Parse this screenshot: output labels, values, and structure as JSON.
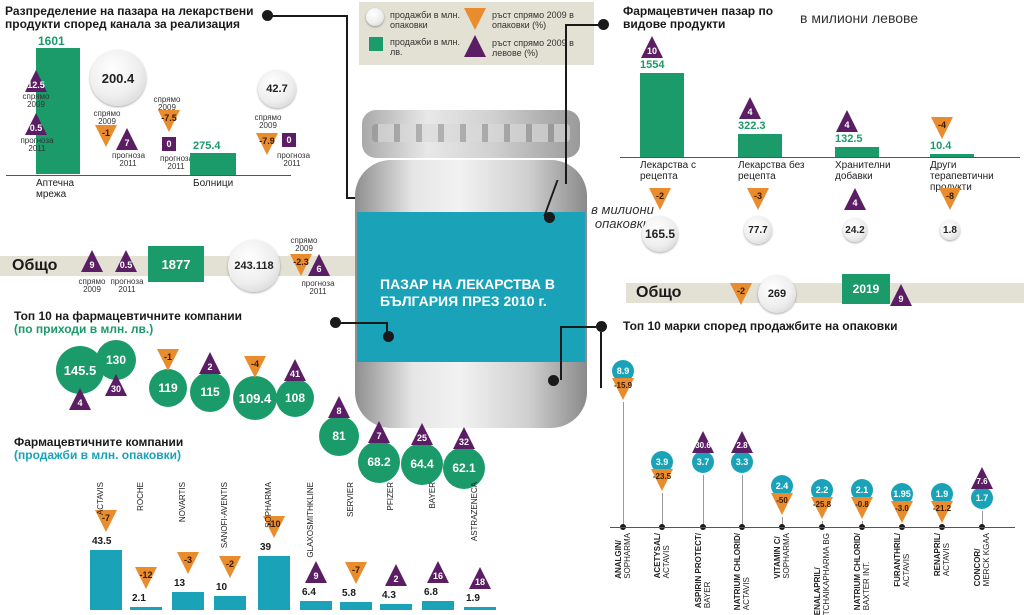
{
  "colors": {
    "green": "#1b9a6a",
    "teal": "#1aa3b8",
    "purple": "#5b1d63",
    "orange": "#e98c2e",
    "band": "#e3e0d4",
    "jar_label": "#1aa3b8"
  },
  "legend": {
    "white_circle": "продажби в млн. опаковки",
    "green_square": "продажби в млн. лв.",
    "orange_tri": "ръст спрямо 2009 в опаковки (%)",
    "purple_tri": "ръст спрямо 2009 в левове (%)"
  },
  "jar": {
    "title": "ПАЗАР НА ЛЕКАРСТВА В БЪЛГАРИЯ ПРЕЗ 2010 г."
  },
  "channels": {
    "title": "Разпределение на пазара на лекарствени продукти според канала за реализация",
    "pharmacy": {
      "label": "Аптечна мрежа",
      "value": "1601",
      "units": "200.4",
      "tri1": "12.5",
      "tri1_lbl": "спрямо 2009",
      "tri2": "0.5",
      "tri2_lbl": "прогноза 2011"
    },
    "hospitals": {
      "label": "Болници",
      "value": "275.4",
      "units": "42.7",
      "s1": "спрямо 2009",
      "s1_units": "-1",
      "s1_v": "-7.5",
      "f1": "прогноза 2011",
      "f1_units": "7",
      "f1_v": "0",
      "s2": "спрямо 2009",
      "s2_v": "-7.9",
      "f2": "прогноза 2011",
      "f2_v": "0"
    }
  },
  "total1": {
    "label": "Общо",
    "tri1": "9",
    "tri1_lbl": "спрямо 2009",
    "tri2": "0.5",
    "tri2_lbl": "прогноза 2011",
    "value": "1877",
    "units": "243.118",
    "o1": "-2.3",
    "o1_lbl": "спрямо 2009",
    "p1": "6",
    "p1_lbl": "прогноза 2011"
  },
  "types": {
    "title": "Фармацевтичен пазар по видове продукти",
    "unit_lev": "в милиони левове",
    "unit_pack": "в милиони опаковки",
    "items": [
      {
        "label": "Лекарства с рецепта",
        "value": "1554",
        "tri": "10",
        "units": "165.5",
        "dtri": "-2"
      },
      {
        "label": "Лекарства без рецепта",
        "value": "322.3",
        "tri": "4",
        "units": "77.7",
        "dtri": "-3"
      },
      {
        "label": "Хранителни добавки",
        "value": "132.5",
        "tri": "4",
        "units": "24.2",
        "dtri": "4"
      },
      {
        "label": "Други терапевтични продукти",
        "value": "10.4",
        "tri": "-4",
        "units": "1.8",
        "dtri": "-8"
      }
    ]
  },
  "total2": {
    "label": "Общо",
    "tri1": "-2",
    "units": "269",
    "value": "2019",
    "tri2": "9"
  },
  "top10rev": {
    "title": "Топ 10 на фармацевтичните компании",
    "subtitle": "(по приходи в млн. лв.)",
    "items": [
      {
        "v": "145.5",
        "t": "4"
      },
      {
        "v": "130",
        "t": "30"
      },
      {
        "v": "119",
        "t": "-1"
      },
      {
        "v": "115",
        "t": "2"
      },
      {
        "v": "109.4",
        "t": "-4"
      },
      {
        "v": "108",
        "t": "41"
      },
      {
        "v": "81",
        "t": "8"
      },
      {
        "v": "68.2",
        "t": "7"
      },
      {
        "v": "64.4",
        "t": "25"
      },
      {
        "v": "62.1",
        "t": "32"
      }
    ]
  },
  "companies": {
    "title": "Фармацевтичните компании",
    "subtitle": "(продажби в млн. опаковки)",
    "items": [
      {
        "name": "ACTAVIS",
        "v": "43.5",
        "t": "-7"
      },
      {
        "name": "ROCHE",
        "v": "2.1",
        "t": "-12"
      },
      {
        "name": "NOVARTIS",
        "v": "13",
        "t": "-3"
      },
      {
        "name": "SANOFI-AVENTIS",
        "v": "10",
        "t": "-2"
      },
      {
        "name": "SOPHARMA",
        "v": "39",
        "t": "-10"
      },
      {
        "name": "GLAXOSMITHKLINE",
        "v": "6.4",
        "t": "9"
      },
      {
        "name": "SERVIER",
        "v": "5.8",
        "t": "-7"
      },
      {
        "name": "PFIZER",
        "v": "4.3",
        "t": "2"
      },
      {
        "name": "BAYER",
        "v": "6.8",
        "t": "16"
      },
      {
        "name": "ASTRAZENECA",
        "v": "1.9",
        "t": "18"
      }
    ]
  },
  "brands": {
    "title": "Топ 10 марки според продажбите на опаковки",
    "items": [
      {
        "name": "ANALGIN/",
        "maker": "SOPHARMA",
        "v": "8.9",
        "t": "-15.9"
      },
      {
        "name": "ACETYSAL/",
        "maker": "ACTAVIS",
        "v": "3.9",
        "t": "-23.5"
      },
      {
        "name": "ASPIRIN PROTECT/",
        "maker": "BAYER",
        "v": "3.7",
        "t": "30.6"
      },
      {
        "name": "NATRIUM CHLORID/",
        "maker": "ACTAVIS",
        "v": "3.3",
        "t": "2.8"
      },
      {
        "name": "VITAMIN C/",
        "maker": "SOPHARMA",
        "v": "2.4",
        "t": "-50"
      },
      {
        "name": "ENALAPRIL/",
        "maker": "TCHAIKAPHARMA BG",
        "v": "2.2",
        "t": "-25.8"
      },
      {
        "name": "NATRIUM CHLORID/",
        "maker": "BAXTER INT.",
        "v": "2.1",
        "t": "-0.8"
      },
      {
        "name": "FURANTHRIL/",
        "maker": "ACTAVIS",
        "v": "1.95",
        "t": "-3.0"
      },
      {
        "name": "RENAPRIL/",
        "maker": "ACTAVIS",
        "v": "1.9",
        "t": "-21.2"
      },
      {
        "name": "CONCOR/",
        "maker": "MERCK KGAA",
        "v": "1.7",
        "t": "7.6"
      }
    ]
  }
}
